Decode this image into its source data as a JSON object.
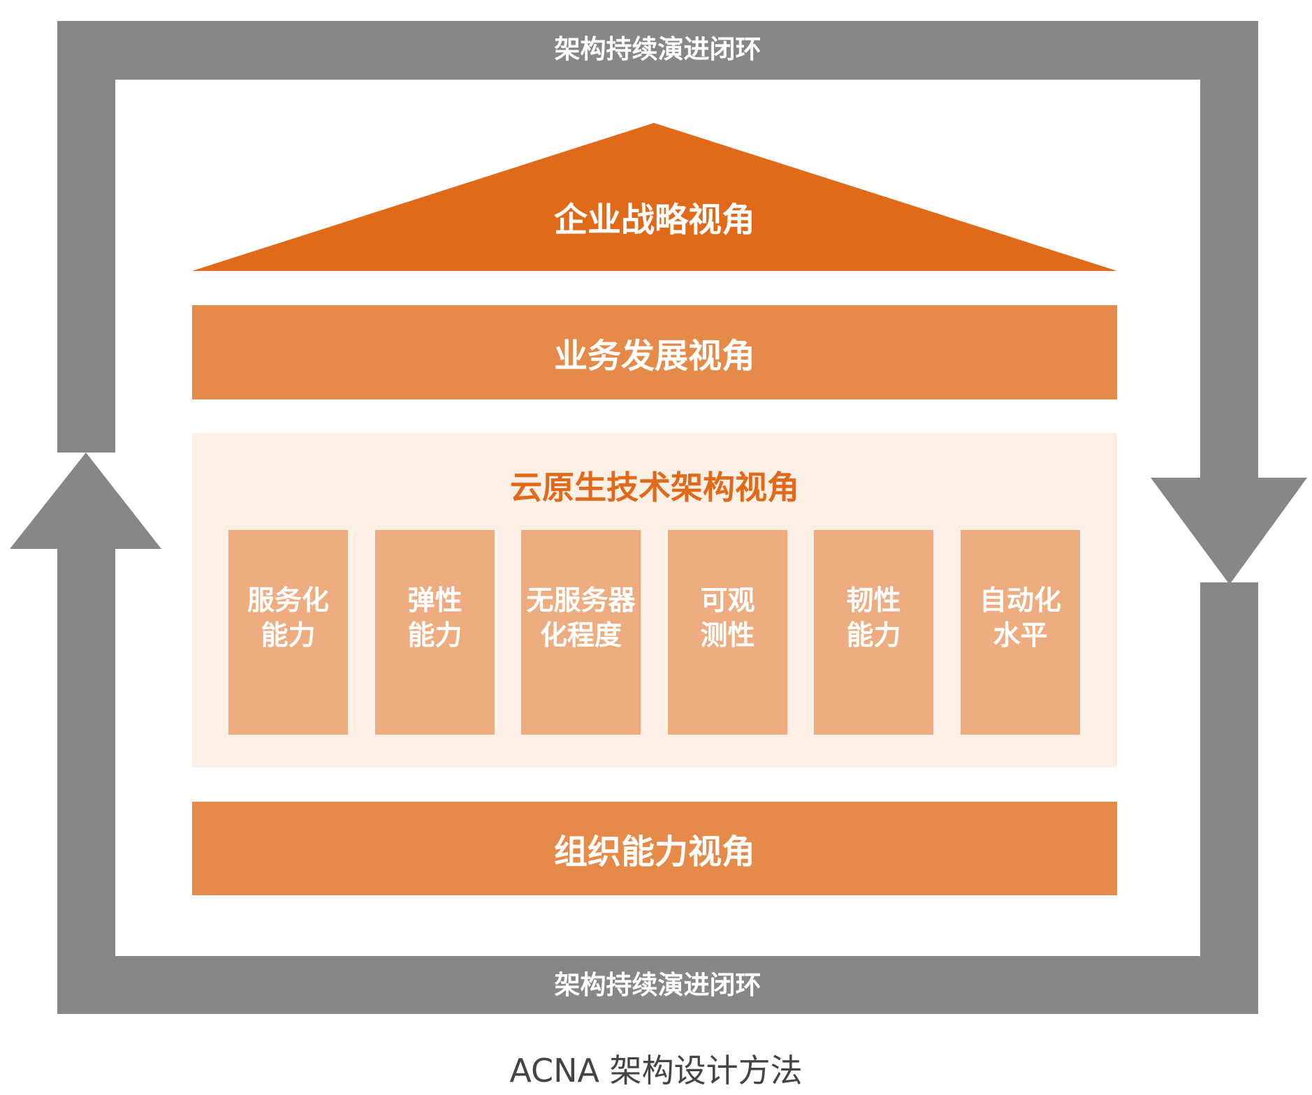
{
  "colors": {
    "loop_gray": "#878787",
    "strategy": "#E0691A",
    "bars": "#E68A4A",
    "panel_bg": "#FCEFE6",
    "pillar": "#EDAD80",
    "panel_title": "#E0691A"
  },
  "loop": {
    "top_label": "架构持续演进闭环",
    "bottom_label": "架构持续演进闭环"
  },
  "roof": {
    "label": "企业战略视角"
  },
  "business": {
    "label": "业务发展视角"
  },
  "cloud_native": {
    "title": "云原生技术架构视角",
    "pillars": [
      {
        "line1": "服务化",
        "line2": "能力"
      },
      {
        "line1": "弹性",
        "line2": "能力"
      },
      {
        "line1": "无服务器",
        "line2": "化程度"
      },
      {
        "line1": "可观",
        "line2": "测性"
      },
      {
        "line1": "韧性",
        "line2": "能力"
      },
      {
        "line1": "自动化",
        "line2": "水平"
      }
    ]
  },
  "organization": {
    "label": "组织能力视角"
  },
  "caption": "ACNA 架构设计方法"
}
